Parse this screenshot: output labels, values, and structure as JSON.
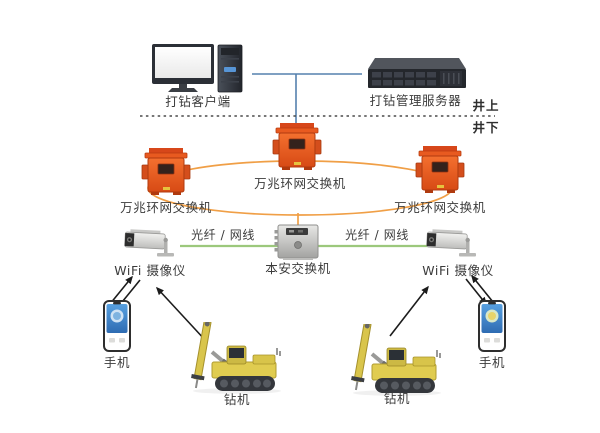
{
  "diagram_title": "mine-drilling-network-topology",
  "surface": {
    "above": "井上",
    "below": "井下"
  },
  "nodes": {
    "client": {
      "label": "打钻客户端"
    },
    "server": {
      "label": "打钻管理服务器"
    },
    "switch_left": {
      "label": "万兆环网交换机"
    },
    "switch_center": {
      "label": "万兆环网交换机"
    },
    "switch_right": {
      "label": "万兆环网交换机"
    },
    "safe_switch": {
      "label": "本安交换机"
    },
    "camera_left": {
      "label": "WiFi 摄像仪"
    },
    "camera_right": {
      "label": "WiFi 摄像仪"
    },
    "phone_left": {
      "label": "手机"
    },
    "phone_right": {
      "label": "手机"
    },
    "drill_left": {
      "label": "钻机"
    },
    "drill_right": {
      "label": "钻机"
    }
  },
  "links": {
    "fiber_label_left": "光纤 / 网线",
    "fiber_label_right": "光纤 / 网线"
  },
  "colors": {
    "backbone_blue": "#5580ad",
    "ring_orange": "#f09f46",
    "fiber_green": "#9cc87c",
    "surface_dash": "#4a4a4a",
    "switch_orange": "#e85a20",
    "arrow_black": "#1c1c1c"
  }
}
